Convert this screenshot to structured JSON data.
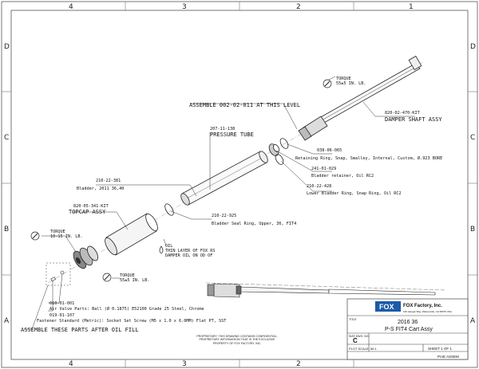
{
  "border": {
    "columns": [
      "4",
      "3",
      "2",
      "1"
    ],
    "rows": [
      "D",
      "C",
      "B",
      "A"
    ]
  },
  "labels": {
    "assemble_level": "ASSEMBLE 002-02-011 AT THIS LEVEL",
    "damper_pn": "820-02-470-KIT",
    "damper_name": "DAMPER SHAFT ASSY",
    "torque_top_1": "TORQUE",
    "torque_top_2": "55±5 IN. LB.",
    "pressure_pn": "207-11-138",
    "pressure_name": "PRESSURE TUBE",
    "retaining_pn": "038-06-065",
    "retaining_desc": "Retaining Ring, Snap, Smalley, Internal, Custom, Ø.923 BORE",
    "bladder_ret_pn": "241-01-029",
    "bladder_ret_desc": "Bladder retainer, Oil RC2",
    "lower_pn": "210-22-428",
    "lower_desc": "Lower Bladder Ring, Snap Ring, Oil RC2",
    "bladder_pn": "210-22-381",
    "bladder_desc": "Bladder, 2011 36,40",
    "topcap_pn": "820-05-341-KIT",
    "topcap_name": "TOPCAP ASSY",
    "seal_pn": "210-22-925",
    "seal_desc": "Bladder Seal Ring, Upper, 36, FIT4",
    "oil_1": "OIL",
    "oil_2": "THIN LAYER OF FOX RS",
    "oil_3": "DAMPER OIL ON OD OF",
    "torque_left_1": "TORQUE",
    "torque_left_2": "10-15 IN. LB.",
    "torque_mid_1": "TORQUE",
    "torque_mid_2": "55±5 IN. LB.",
    "ball_pn": "010-01-001",
    "ball_desc": "Air Valve Parts: Ball (Ø 0.1875) E52100 Grade 25 Steel, Chrome",
    "screw_pn": "019-01-107",
    "screw_desc": "Fastener Standard (Metric): Socket Set Screw (M5 x 1.0 x 6.0MM) Flat PT, SST",
    "assemble_after": "ASSEMBLE THESE PARTS AFTER OIL FILL"
  },
  "title_block": {
    "logo": "FOX",
    "company": "FOX Factory, Inc.",
    "address": "130 Hangar Way, Watsonville, CA 95076 USA",
    "title_label": "TITLE",
    "title_1": "2016 36",
    "title_2": "P-S FIT4 Cart Assy",
    "size_label": "SIZE DWG. NO.",
    "size": "C",
    "scale": "PLOT SCALE: 50:1",
    "sheet": "SHEET 1 OF 1",
    "proprietary": "PROPRIETARY: THIS DRAWING CONTAINS CONFIDENTIAL, PROPRIETARY INFORMATION THAT IS THE EXCLUSIVE PROPERTY OF FOX FACTORY, INC.",
    "footer": "ProE ASSEM"
  }
}
